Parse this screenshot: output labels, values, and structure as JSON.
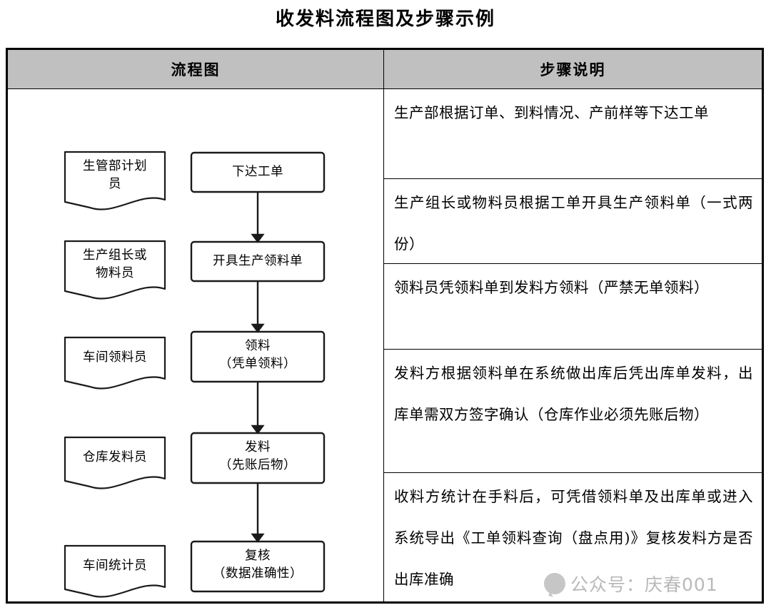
{
  "document": {
    "title": "收发料流程图及步骤示例"
  },
  "table": {
    "headers": [
      "流程图",
      "步骤说明"
    ],
    "header_bg": "#c0c0c0",
    "border_color": "#000000"
  },
  "flowchart": {
    "roles": [
      {
        "label": "生管部计划\n员",
        "shape": "document"
      },
      {
        "label": "生产组长或\n物料员",
        "shape": "document"
      },
      {
        "label": "车间领料员",
        "shape": "document"
      },
      {
        "label": "仓库发料员",
        "shape": "document"
      },
      {
        "label": "车间统计员",
        "shape": "document"
      }
    ],
    "processes": [
      {
        "label": "下达工单",
        "shape": "process"
      },
      {
        "label": "开具生产领料单",
        "shape": "process"
      },
      {
        "label": "领料\n（凭单领料）",
        "shape": "process"
      },
      {
        "label": "发料\n（先账后物）",
        "shape": "process"
      },
      {
        "label": "复核\n（数据准确性）",
        "shape": "process"
      }
    ],
    "connector_count": 4,
    "connector_type": "down-arrow"
  },
  "steps": [
    "生产部根据订单、到料情况、产前样等下达工单",
    "生产组长或物料员根据工单开具生产领料单（一式两份）",
    "领料员凭领料单到发料方领料（严禁无单领料）",
    "发料方根据领料单在系统做出库后凭出库单发料，出库单需双方签字确认（仓库作业必须先账后物）",
    "收料方统计在手料后，可凭借领料单及出库单或进入系统导出《工单领料查询（盘点用)》复核发料方是否出库准确"
  ],
  "watermark": {
    "text": "公众号：庆春001",
    "color": "#b9b9b9"
  }
}
